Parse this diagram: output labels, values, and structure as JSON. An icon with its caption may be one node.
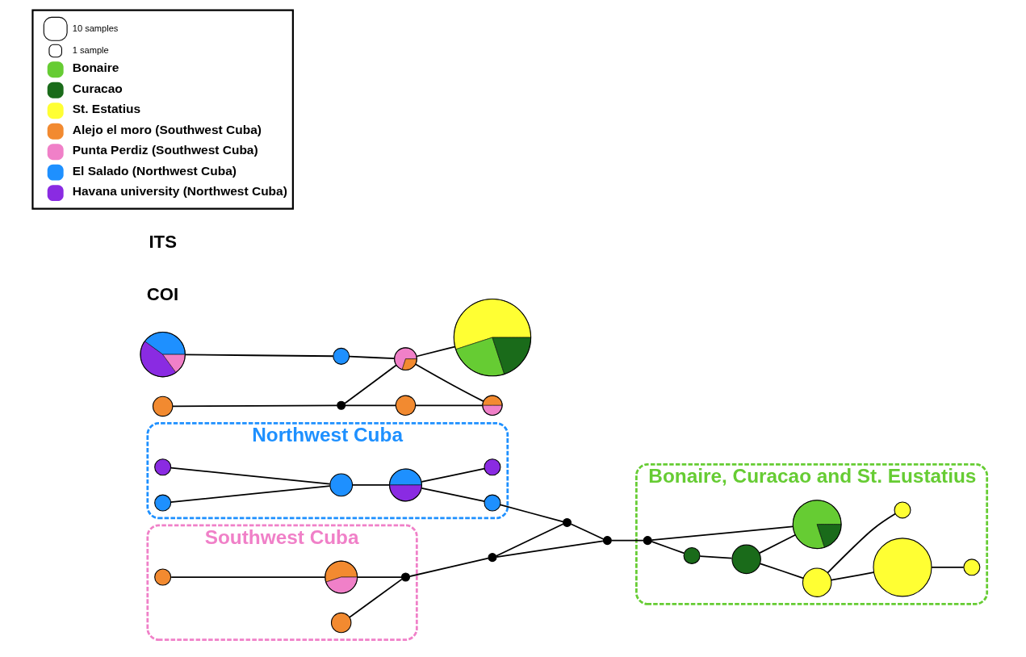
{
  "diagram": {
    "nodes": [
      {
        "text": [
          "Northwest Cuba"
        ]
      },
      {
        "text": [],
        "shape": "circle",
        "in": 0
      },
      {
        "text": [],
        "shape": "circle",
        "in": 0
      },
      {
        "text": [],
        "shape": "circle",
        "in": 0
      },
      {
        "text": [],
        "shape": "circle",
        "in": 0
      },
      {
        "text": [],
        "shape": "circle",
        "in": 0
      },
      {
        "text": [],
        "shape": "circle",
        "in": 0
      },
      {
        "text": [],
        "shape": "circle"
      },
      {
        "text": [
          "Southwest Cuba"
        ]
      },
      {
        "text": [],
        "shape": "circle",
        "in": 8
      },
      {
        "text": [],
        "shape": "circle",
        "in": 8
      },
      {
        "text": [],
        "shape": "circle",
        "in": 8
      },
      {
        "text": [],
        "shape": "circle",
        "in": 8
      },
      {
        "text": [],
        "shape": "circle"
      },
      {
        "text": [],
        "shape": "circle"
      },
      {
        "text": [
          "Bonaire, Curacao and St. Eustatius"
        ]
      },
      {
        "text": [],
        "shape": "circle",
        "in": 15
      },
      {
        "text": [],
        "shape": "circle",
        "in": 15
      },
      {
        "text": [],
        "shape": "circle",
        "in": 15
      },
      {
        "text": [],
        "shape": "circle",
        "in": 15
      },
      {
        "text": [],
        "shape": "circle",
        "in": 15
      },
      {
        "text": [],
        "shape": "circle",
        "in": 15
      },
      {
        "text": [],
        "shape": "circle",
        "in": 15
      },
      {
        "text": [],
        "shape": "circle",
        "in": 15
      },
      {
        "text": [],
        "shape": "circle"
      },
      {
        "text": [],
        "shape": "circle"
      },
      {
        "text": [],
        "shape": "circle"
      },
      {
        "text": [],
        "shape": "circle"
      },
      {
        "text": [],
        "shape": "circle"
      },
      {
        "text": [],
        "shape": "circle"
      },
      {
        "text": [],
        "shape": "circle"
      },
      {
        "text": [],
        "shape": "circle"
      }
    ],
    "edges": [
      {
        "from": 1,
        "to": 2,
        "arrow": "none"
      },
      {
        "from": 3,
        "to": 2,
        "arrow": "none"
      },
      {
        "from": 2,
        "to": 4,
        "arrow": "none"
      },
      {
        "from": 4,
        "to": 6,
        "arrow": "none"
      },
      {
        "from": 4,
        "to": 5,
        "arrow": "none"
      },
      {
        "from": 5,
        "to": 7,
        "arrow": "none"
      },
      {
        "from": 9,
        "to": 10,
        "arrow": "none"
      },
      {
        "from": 10,
        "to": 11,
        "arrow": "none"
      },
      {
        "from": 12,
        "to": 11,
        "arrow": "none"
      },
      {
        "from": 11,
        "to": 13,
        "arrow": "none"
      },
      {
        "from": 13,
        "to": 7,
        "arrow": "none"
      },
      {
        "from": 7,
        "to": 14,
        "arrow": "none"
      },
      {
        "from": 13,
        "to": 14,
        "arrow": "none"
      },
      {
        "from": 14,
        "to": 22,
        "arrow": "none"
      },
      {
        "from": 22,
        "to": 18,
        "arrow": "none"
      },
      {
        "from": 18,
        "to": 20,
        "arrow": "none"
      },
      {
        "from": 20,
        "to": 19,
        "arrow": "none"
      },
      {
        "from": 19,
        "to": 17,
        "arrow": "none"
      },
      {
        "from": 17,
        "to": 16,
        "arrow": "none"
      },
      {
        "from": 19,
        "to": 21,
        "arrow": "none"
      },
      {
        "from": 20,
        "to": 23,
        "arrow": "none"
      },
      {
        "from": 22,
        "to": 23,
        "arrow": "none"
      },
      {
        "from": 24,
        "to": 25,
        "arrow": "none"
      },
      {
        "from": 25,
        "to": 28,
        "arrow": "none"
      },
      {
        "from": 26,
        "to": 27,
        "arrow": "none"
      },
      {
        "from": 27,
        "to": 28,
        "arrow": "none"
      },
      {
        "from": 27,
        "to": 30,
        "arrow": "none"
      },
      {
        "from": 30,
        "to": 31,
        "arrow": "none"
      },
      {
        "from": 28,
        "to": 31,
        "arrow": "none"
      },
      {
        "from": 28,
        "to": 29,
        "arrow": "none"
      }
    ],
    "labels": [
      "COI",
      "ITS"
    ],
    "legend": [
      {
        "text": "10 samples"
      },
      {
        "text": "1 sample"
      },
      {
        "text": "Bonaire",
        "color": "#66cc33"
      },
      {
        "text": "Curacao",
        "color": "#1a6b1a"
      },
      {
        "text": "St. Estatius",
        "color": "#ffff33"
      },
      {
        "text": "Alejo el moro (Southwest Cuba)",
        "color": "#f28a30"
      },
      {
        "text": "Punta Perdiz (Southwest Cuba)",
        "color": "#f080c8"
      },
      {
        "text": "El Salado (Northwest Cuba)",
        "color": "#1e90ff"
      },
      {
        "text": "Havana university (Northwest Cuba)",
        "color": "#8a2be2"
      }
    ]
  }
}
